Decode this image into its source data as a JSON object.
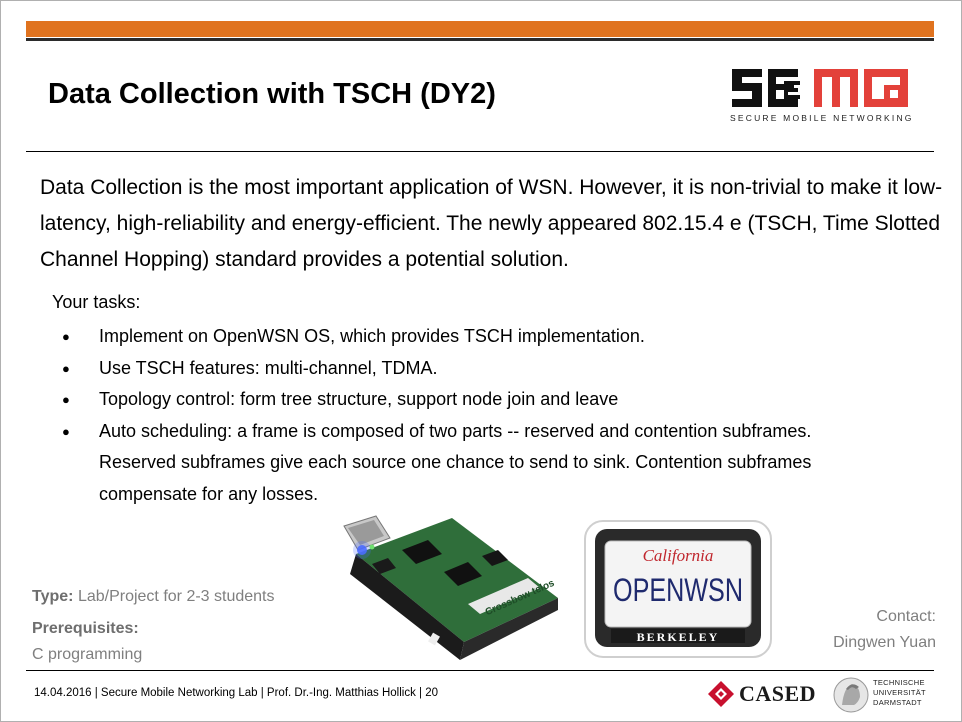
{
  "slide": {
    "title": "Data Collection with TSCH (DY2)",
    "intro": "Data Collection is the most important application of WSN. However, it is non-trivial to make it low-latency, high-reliability and energy-efficient. The newly appeared 802.15.4 e (TSCH, Time Slotted Channel Hopping) standard provides a potential solution.",
    "tasks_heading": "Your tasks:",
    "tasks": [
      "Implement on OpenWSN OS, which provides TSCH implementation.",
      "Use TSCH features: multi-channel, TDMA.",
      "Topology control: form tree structure, support node join and leave",
      "Auto scheduling: a frame is composed of two parts -- reserved and contention subframes. Reserved subframes give each source one chance to send to sink. Contention subframes compensate for any losses."
    ],
    "type_label": "Type:",
    "type_value": "Lab/Project for 2-3 students",
    "prerequisites_label": "Prerequisites:",
    "prerequisites_value": "C programming",
    "contact_label": "Contact:",
    "contact_name": "Dingwen Yuan"
  },
  "logo": {
    "name": "SEEMOO",
    "tagline": "SECURE MOBILE NETWORKING"
  },
  "board_image": {
    "board_label": "Crossbow telos"
  },
  "plate_image": {
    "top_text": "California",
    "main_text": "OPENWSN",
    "bottom_text": "BERKELEY"
  },
  "footer": {
    "text": "14.04.2016  |  Secure Mobile Networking Lab  |  Prof. Dr.-Ing. Matthias Hollick  |  20",
    "cased": "CASED",
    "tud_line1": "TECHNISCHE",
    "tud_line2": "UNIVERSITÄT",
    "tud_line3": "DARMSTADT"
  },
  "colors": {
    "accent": "#e0731f",
    "logo_red": "#e3413a",
    "cased_red": "#c8102e"
  }
}
